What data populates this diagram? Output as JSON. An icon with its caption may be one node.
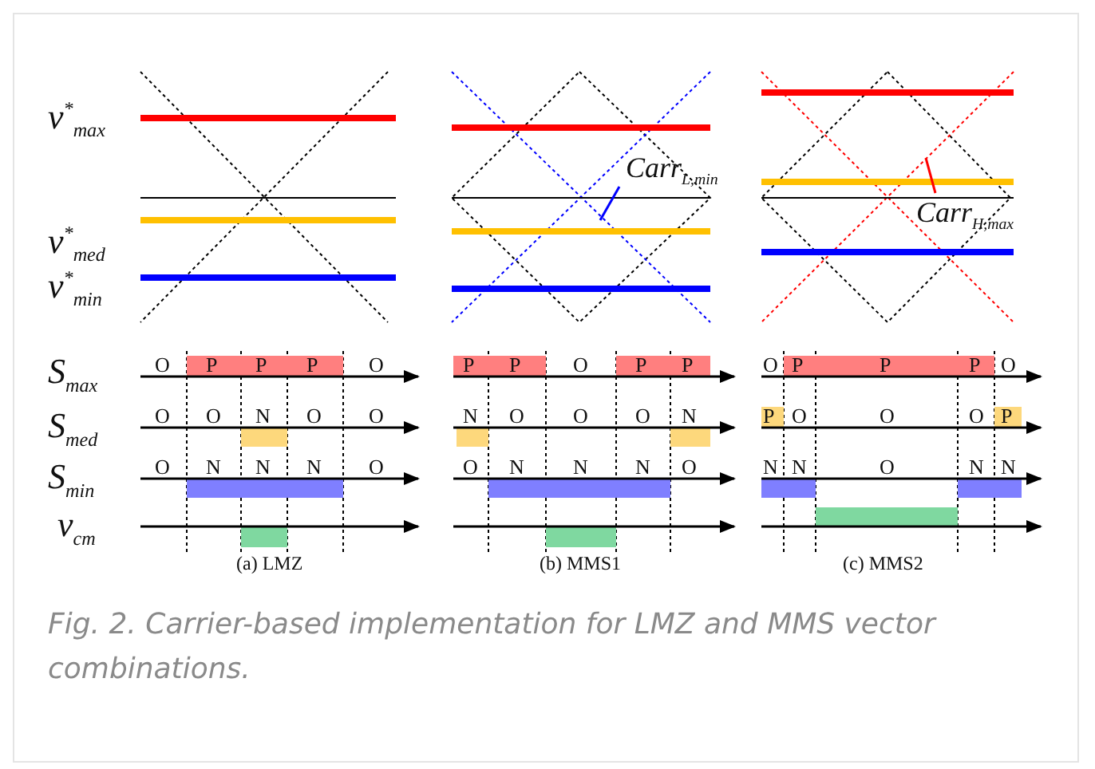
{
  "diagram": {
    "caption": "Fig. 2. Carrier-based implementation for LMZ and MMS vector combinations.",
    "nodes": [
      {
        "text": [
          "Carr$_{L,min}$"
        ]
      },
      {
        "text": [
          "Carr$_{H,max}$"
        ]
      }
    ],
    "edges": [
      {
        "from": 0,
        "to": null,
        "arrow": "none",
        "color": "#0000ff"
      },
      {
        "from": 1,
        "to": null,
        "arrow": "none",
        "color": "#ff0000"
      }
    ],
    "labels": [
      "v$^{*}$$_{max}$",
      "v$^{*}$$_{med}$",
      "v$^{*}$$_{min}$",
      "S$_{max}$",
      "S$_{med}$",
      "S$_{min}$",
      "v$_{cm}$",
      "O",
      "P",
      "P",
      "P",
      "O",
      "P",
      "P",
      "O",
      "P",
      "P",
      "O",
      "P",
      "P",
      "P",
      "O",
      "O",
      "O",
      "N",
      "O",
      "O",
      "N",
      "O",
      "O",
      "O",
      "N",
      "P",
      "O",
      "O",
      "O",
      "P",
      "O",
      "N",
      "N",
      "N",
      "O",
      "O",
      "N",
      "N",
      "N",
      "O",
      "N",
      "N",
      "O",
      "N",
      "N",
      "(a) LMZ",
      "(b) MMS1",
      "(c) MMS2"
    ]
  }
}
